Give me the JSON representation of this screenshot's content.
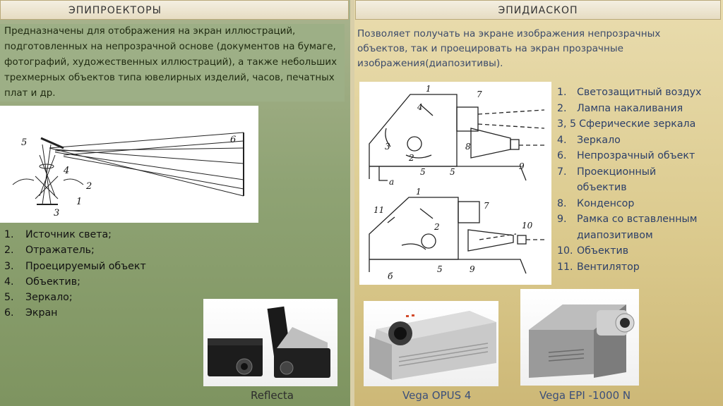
{
  "left": {
    "header": "ЭПИПРОЕКТОРЫ",
    "description": "Предназначены для отображения на экран иллюстраций, подготовленных на непрозрачной основе (документов на бумаге, фотографий, художественных иллюстраций), а также небольших трехмерных объектов типа ювелирных изделий, часов, печатных плат и др.",
    "diagram_labels": [
      "5",
      "4",
      "2",
      "1",
      "3",
      "6"
    ],
    "items": [
      {
        "num": "1.",
        "text": "Источник света;"
      },
      {
        "num": "2.",
        "text": "Отражатель;"
      },
      {
        "num": "3.",
        "text": "Проецируемый объект"
      },
      {
        "num": "4.",
        "text": "Объектив;"
      },
      {
        "num": "5.",
        "text": "Зеркало;"
      },
      {
        "num": "6.",
        "text": "Экран"
      }
    ],
    "photo_caption": "Reflecta"
  },
  "right": {
    "header": "ЭПИДИАСКОП",
    "description": "Позволяет получать на экране изображения непрозрачных объектов, так и проецировать на экран прозрачные изображения(диапозитивы).",
    "diagram_labels": {
      "a": [
        "1",
        "7",
        "4",
        "3",
        "2",
        "8",
        "5",
        "5",
        "9",
        "а"
      ],
      "b": [
        "1",
        "11",
        "7",
        "2",
        "10",
        "5",
        "9",
        "б"
      ]
    },
    "items": [
      {
        "num": "1.",
        "text": "Светозащитный воздух"
      },
      {
        "num": "2.",
        "text": "Лампа накаливания"
      },
      {
        "num": "3, 5",
        "text": "Сферические зеркала"
      },
      {
        "num": "4.",
        "text": "Зеркало"
      },
      {
        "num": "6.",
        "text": "Непрозрачный объект"
      },
      {
        "num": "7.",
        "text": "Проекционный объектив"
      },
      {
        "num": "8.",
        "text": "Конденсор"
      },
      {
        "num": "9.",
        "text": "Рамка со вставленным диапозитивом"
      },
      {
        "num": "10.",
        "text": "Объектив"
      },
      {
        "num": "11.",
        "text": "Вентилятор"
      }
    ],
    "photo1_caption": "Vega OPUS 4",
    "photo2_caption": "Vega EPI -1000 N"
  }
}
